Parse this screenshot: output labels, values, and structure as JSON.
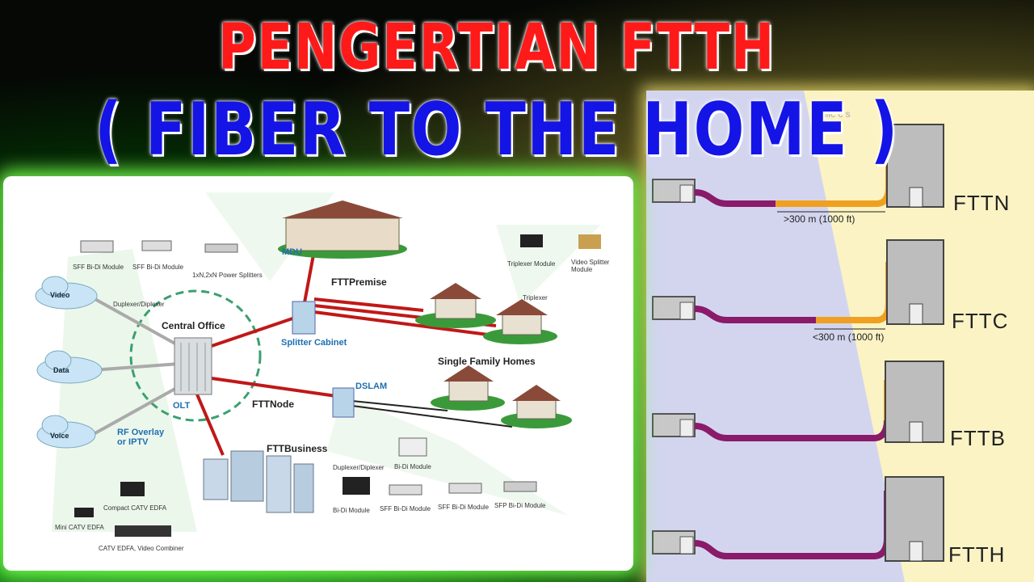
{
  "title": {
    "line1": "PENGERTIAN FTTH",
    "line2": "( FIBER TO THE HOME )"
  },
  "network_diagram": {
    "clouds": [
      "Video",
      "Data",
      "Voice"
    ],
    "hub": {
      "label": "Central Office",
      "olt": "OLT"
    },
    "links": {
      "premise": "FTTPremise",
      "node": "FTTNode",
      "business": "FTTBusiness",
      "rf": "RF Overlay\nor IPTV"
    },
    "mdu": "MDU",
    "splitter_cabinet": "Splitter Cabinet",
    "dslam": "DSLAM",
    "single_family_homes": "Single Family Homes",
    "components": {
      "sff1": "SFF Bi-Di Module",
      "sff2": "SFF Bi-Di Module",
      "duplexer_top": "Duplexer/Diplexer",
      "power_splitters": "1xN,2xN Power Splitters",
      "triplexer_module": "Triplexer Module",
      "video_splitter": "Video Splitter\nModule",
      "triplexer": "Triplexer",
      "compact_catv": "Compact CATV EDFA",
      "mini_catv": "Mini CATV EDFA",
      "catv_edfa": "CATV EDFA, Video Combiner",
      "duplexer_bottom": "Duplexer/Diplexer",
      "bidi_module_right": "Bi-Di Module",
      "bidi_module_bottom": "Bi-Di Module",
      "sff_bottom1": "SFF Bi-Di Module",
      "sff_bottom2": "SFF Bi-Di Module",
      "sfp_bottom": "SFP Bi-Di Module"
    }
  },
  "fttx_diagram": {
    "top_fragment": "tallic c   s",
    "rows": [
      {
        "label": "FTTN",
        "distance": ">300 m (1000 ft)"
      },
      {
        "label": "FTTC",
        "distance": "<300 m (1000 ft)"
      },
      {
        "label": "FTTB",
        "distance": ""
      },
      {
        "label": "FTTH",
        "distance": ""
      }
    ]
  },
  "colors": {
    "title_red": "#ff1a1a",
    "title_blue": "#1414e6",
    "fiber": "#8a1a6a",
    "copper": "#f0a020",
    "link_red": "#c01818"
  }
}
